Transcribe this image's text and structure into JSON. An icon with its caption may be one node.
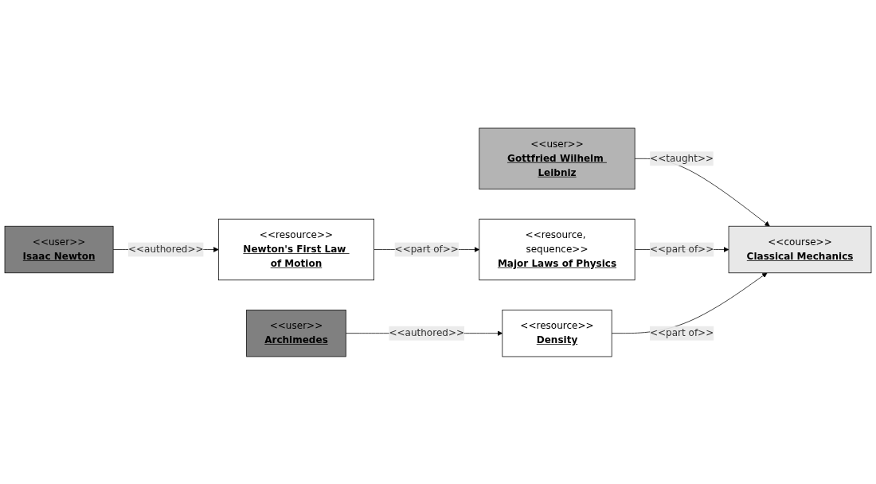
{
  "diagram": {
    "nodes": [
      {
        "text": [
          "<<user>>",
          "Isaac Newton"
        ]
      },
      {
        "text": [
          "<<user>>",
          "Gottfried Wilhelm Leibniz"
        ]
      },
      {
        "text": [
          "<<resource>>",
          "Newton's First Law of Motion"
        ]
      },
      {
        "text": [
          "<<resource, sequence>>",
          "Major Laws of Physics"
        ]
      },
      {
        "text": [
          "<<course>>",
          "Classical Mechanics"
        ]
      },
      {
        "text": [
          "<<resource>>",
          "Density"
        ]
      },
      {
        "text": [
          "<<user>>",
          "Archimedes"
        ]
      }
    ],
    "edges": [
      {
        "from": 0,
        "to": 2,
        "arrow": "to",
        "label": "<<authored>>"
      },
      {
        "from": 1,
        "to": 4,
        "arrow": "to",
        "label": "<<taught>>"
      },
      {
        "from": 2,
        "to": 3,
        "arrow": "to",
        "label": "<<part of>>"
      },
      {
        "from": 3,
        "to": 4,
        "arrow": "to",
        "label": "<<part of>>"
      },
      {
        "from": 5,
        "to": 4,
        "arrow": "to",
        "label": "<<part of>>"
      },
      {
        "from": 6,
        "to": 5,
        "arrow": "to",
        "label": "<<authored>>"
      }
    ]
  }
}
